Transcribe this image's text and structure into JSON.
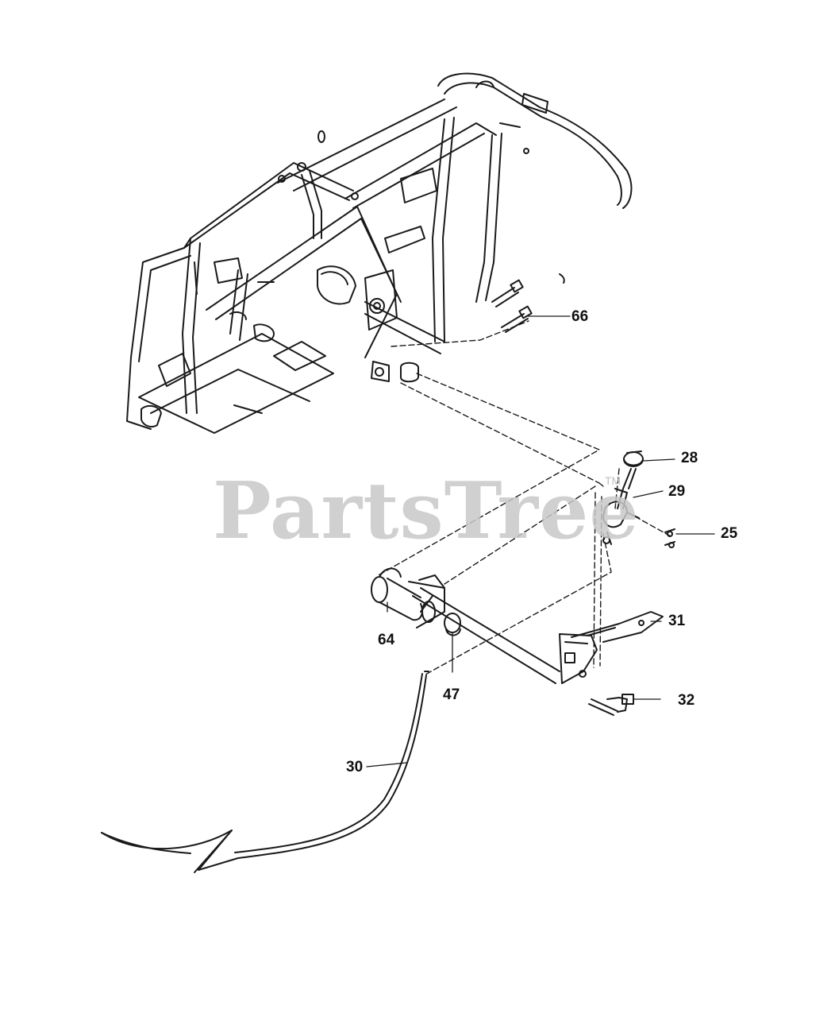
{
  "watermark": {
    "brand": "PartsTree",
    "trademark": "TM"
  },
  "callouts": {
    "p66": "66",
    "p28": "28",
    "p29": "29",
    "p25": "25",
    "p31": "31",
    "p64": "64",
    "p47": "47",
    "p32": "32",
    "p30": "30"
  },
  "colors": {
    "linework": "#1a1a1a",
    "watermark": "#c8c8c8",
    "background": "#ffffff"
  }
}
